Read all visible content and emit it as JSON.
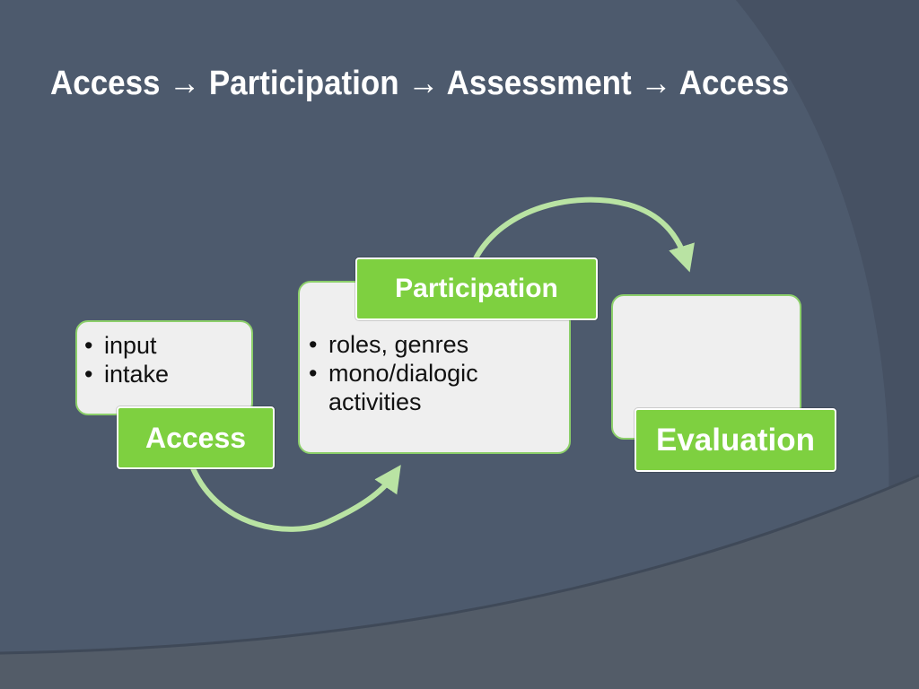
{
  "title": "Access → Participation → Assessment → Access",
  "stages": [
    {
      "label": "Access",
      "items": [
        "input",
        "intake"
      ]
    },
    {
      "label": "Participation",
      "items": [
        "roles, genres",
        "mono/dialogic activities"
      ]
    },
    {
      "label": "Evaluation",
      "items": []
    }
  ],
  "colors": {
    "background": "#4d5a6d",
    "tag_green": "#7ed040",
    "card_fill": "#efefef",
    "arrow": "#b9e3a3"
  }
}
